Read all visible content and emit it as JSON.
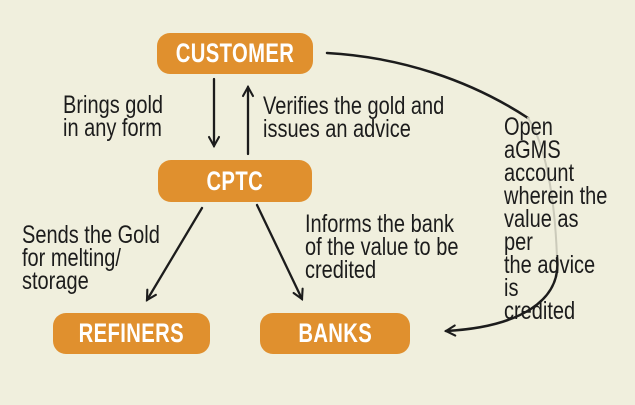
{
  "diagram": {
    "colors": {
      "background": "#f0efdd",
      "node_fill": "#e0902e",
      "node_text": "#ffffff",
      "text": "#1c1c1c",
      "arrow": "#1c1c1c",
      "curve_faded": "#cbcaba"
    },
    "nodes": {
      "customer": {
        "label": "CUSTOMER"
      },
      "cptc": {
        "label": "CPTC"
      },
      "refiners": {
        "label": "REFINERS"
      },
      "banks": {
        "label": "BANKS"
      }
    },
    "annotations": {
      "brings_gold": {
        "text": "Brings gold\nin any form"
      },
      "verifies": {
        "text": "Verifies the gold and\nissues an advice"
      },
      "open_agms": {
        "text": "Open aGMS\naccount\nwherein the\nvalue as per\nthe advice is\ncredited"
      },
      "sends_gold": {
        "text": "Sends the Gold\nfor melting/\nstorage"
      },
      "informs_bank": {
        "text": "Informs the bank\nof the value to be\ncredited"
      }
    },
    "edges": [
      {
        "from": "CUSTOMER",
        "to": "CPTC",
        "label": "Brings gold in any form"
      },
      {
        "from": "CPTC",
        "to": "CUSTOMER",
        "label": "Verifies the gold and issues an advice"
      },
      {
        "from": "CPTC",
        "to": "REFINERS",
        "label": "Sends the Gold for melting/ storage"
      },
      {
        "from": "CPTC",
        "to": "BANKS",
        "label": "Informs the bank of the value to be credited"
      },
      {
        "from": "CUSTOMER",
        "to": "BANKS",
        "label": "Open aGMS account wherein the value as per the advice is credited"
      }
    ]
  }
}
